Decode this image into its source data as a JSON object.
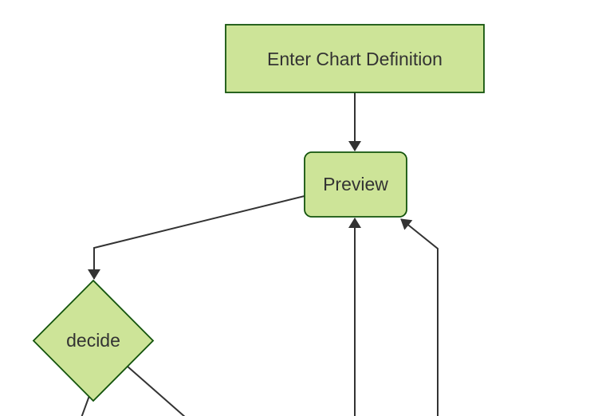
{
  "colors": {
    "background": "#ffffff",
    "node_fill": "#cde498",
    "node_border": "#13540c",
    "edge_line": "#333333",
    "label_text": "#333333"
  },
  "diagram": {
    "type": "flowchart",
    "direction": "top-down",
    "nodes": [
      {
        "id": "enter-chart-definition",
        "label": "Enter Chart Definition",
        "shape": "rectangle"
      },
      {
        "id": "preview",
        "label": "Preview",
        "shape": "rounded-rectangle"
      },
      {
        "id": "decide",
        "label": "decide",
        "shape": "diamond"
      }
    ],
    "edges": [
      {
        "from": "enter-chart-definition",
        "to": "preview",
        "arrow": true
      },
      {
        "from": "preview",
        "to": "decide",
        "arrow": true
      },
      {
        "from": "offscreen-bottom-center",
        "to": "preview",
        "arrow": true
      },
      {
        "from": "offscreen-bottom-right",
        "to": "preview",
        "arrow": true
      },
      {
        "from": "decide",
        "to": "offscreen-bottom-left",
        "arrow": false
      },
      {
        "from": "decide",
        "to": "offscreen-bottom-right",
        "arrow": false
      }
    ]
  }
}
